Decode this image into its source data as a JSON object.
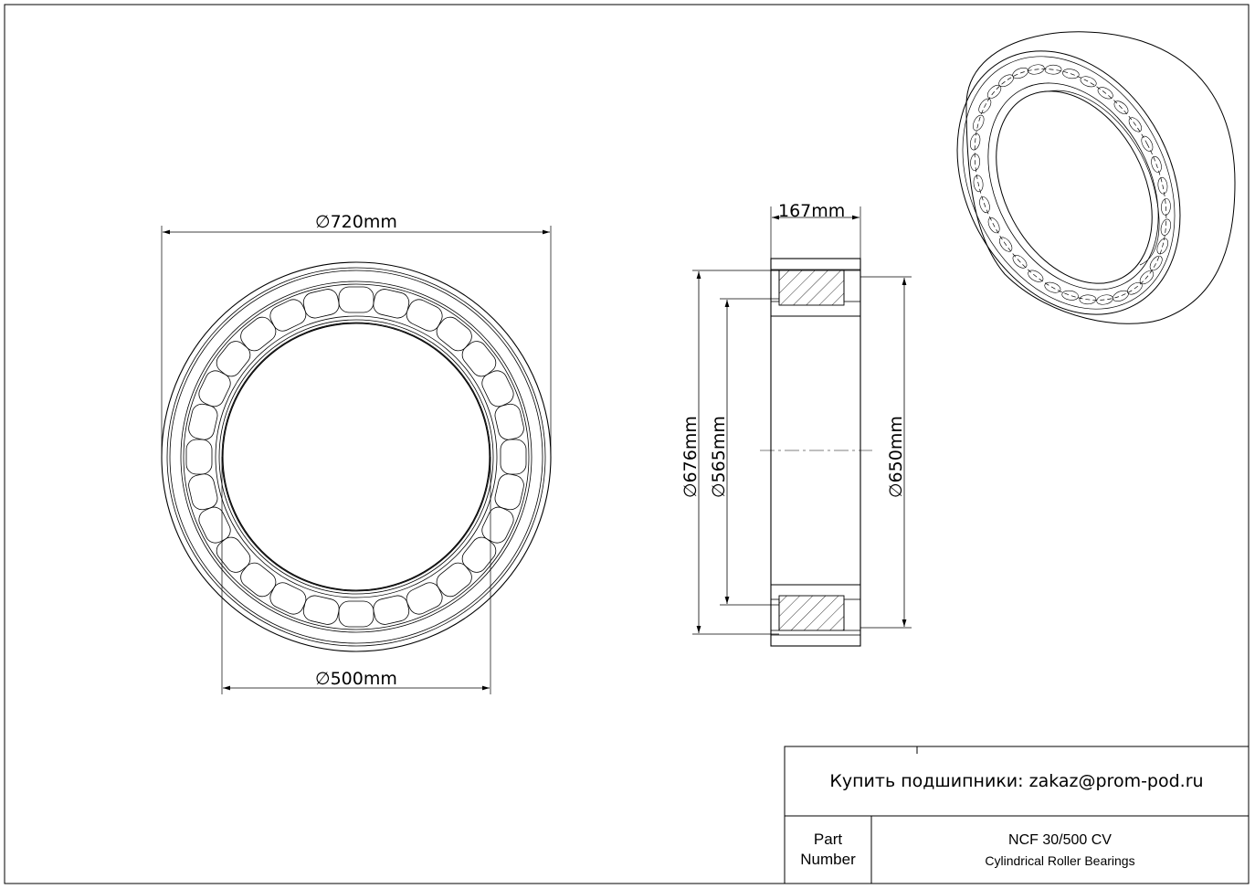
{
  "dimensions": {
    "outer_diameter": "720mm",
    "bore_diameter": "500mm",
    "width": "167mm",
    "d676": "676mm",
    "d565": "565mm",
    "d650": "650mm"
  },
  "diameter_symbol": "∅",
  "title_block": {
    "contact": "Купить подшипники: zakaz@prom-pod.ru",
    "part_label_line1": "Part",
    "part_label_line2": "Number",
    "part_number": "NCF 30/500 CV",
    "description": "Cylindrical Roller Bearings"
  },
  "colors": {
    "line": "#000000",
    "background": "#ffffff"
  }
}
